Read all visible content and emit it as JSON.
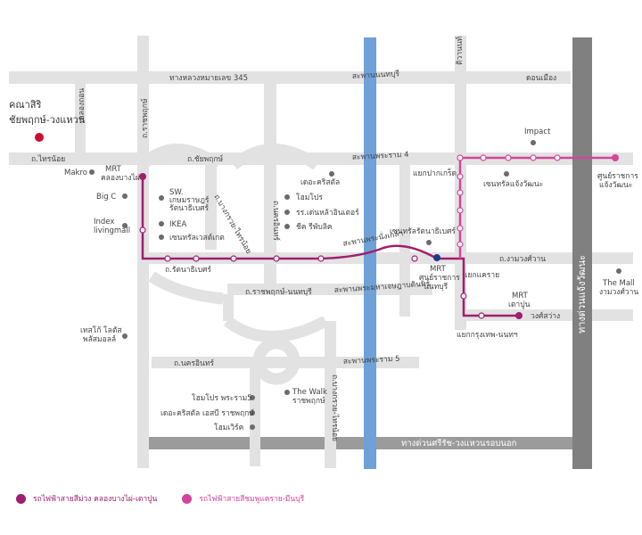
{
  "colors": {
    "road": "#e2e2e2",
    "river": "#6fa0d6",
    "expressway": "#808080",
    "purple_line": "#a01e6e",
    "pink_line": "#d4449c",
    "blue_station": "#1e3a8a",
    "project_marker": "#c8102e",
    "poi": "#6b6b6b"
  },
  "project": {
    "title_line1": "คณาสิริ",
    "title_line2": "ชัยพฤกษ์-วงแหวน"
  },
  "roads": {
    "highway_345": "ทางหลวงหมายเลข 345",
    "bridge_nonthaburi": "สะพานนนทบุรี",
    "don_mueang": "ดอนเมือง",
    "tiwanon": "ติวานนท์",
    "khlong_thon": "คลองถอน",
    "ratchaphruek": "ถ.ราชพฤกษ์",
    "sai_noi": "ถ.ไทรน้อย",
    "chaiyaphruek": "ถ.ชัยพฤกษ์",
    "bridge_rama4": "สะพานพระราม 4",
    "pak_kret_junction": "แยกปากเกร็ด",
    "bang_kruai_sai_noi": "ถ.บางกรวย-ไทรน้อย",
    "nakhon_in": "ถ.นครอินทร์",
    "rattanathibet": "ถ.รัตนาธิเบศร์",
    "bridge_phra_nang_klao": "สะพานพระนั่งเกล้า",
    "ngam_wong_wan": "ถ.งามวงศ์วาน",
    "khae_rai_junction": "แยกแคราย",
    "ratchaphruek_nonthaburi": "ถ.ราชพฤกษ์-นนทบุรี",
    "bridge_maha_chesadabodindranusorn": "สะพานพระมหาเจษฎาบดินทร์",
    "wong_sawang": "วงศ์สว่าง",
    "krungthep_nonthaburi_junction": "แยกกรุงเทพ-นนทฯ",
    "bridge_rama5": "สะพานพระราม 5",
    "bang_kruai_sai_noi_2": "ถ.บางกรวย-ไทรน้อย",
    "outer_ring": "ทางด่วนศรีรัช-วงแหวนรอบนอก",
    "chaeng_watthana_expressway": "ทางด่วนแจ้งวัฒนะ"
  },
  "pois": {
    "makro": "Makro",
    "mrt_khlong_bang_phai": "MRT\nคลองบางไผ่",
    "big_c": "Big C",
    "index": "Index\nlivingmall",
    "sw_kaset": "SW.\nเกษมราษฎร์\nรัตนาธิเบศร์",
    "ikea": "IKEA",
    "central_westgate": "เซนทรัลเวสต์เกต",
    "the_crystal": "เดอะคริสตัล",
    "homepro": "โฮมโปร",
    "school_lahan": "รร.เด่นหล้าอินเตอร์",
    "seek_station": "ชีค รีพับลิค",
    "impact": "Impact",
    "central_chaengwattana": "เซนทรัลแจ้งวัฒนะ",
    "central_rattanathibet": "เซนทรัลรัตนาธิเบศร์",
    "mrt_nonthaburi": "MRT\nศูนย์ราชการ\nนนทบุรี",
    "govt_center": "ศูนย์ราชการ\nแจ้งวัฒนะ",
    "mrt_tao_poon": "MRT\nเตาปูน",
    "the_mall_ngamwongwan": "The Mall\nงามวงศ์วาน",
    "tesco_lotus": "เทสโก้ โลตัส\nพลัสมอลล์",
    "the_walk": "The Walk\nราชพฤกษ์",
    "homepro_rama5": "โฮมโปร พระราม5",
    "crystal_esb": "เดอะคริสตัล เอสบี ราชพฤกษ์",
    "home_works": "โฮมเวิร์ค"
  },
  "legend": {
    "purple": "รถไฟฟ้าสายสีม่วง คลองบางไผ่-เตาปูน",
    "pink": "รถไฟฟ้าสายสีชมพูแคราย-มีนบุรี"
  }
}
